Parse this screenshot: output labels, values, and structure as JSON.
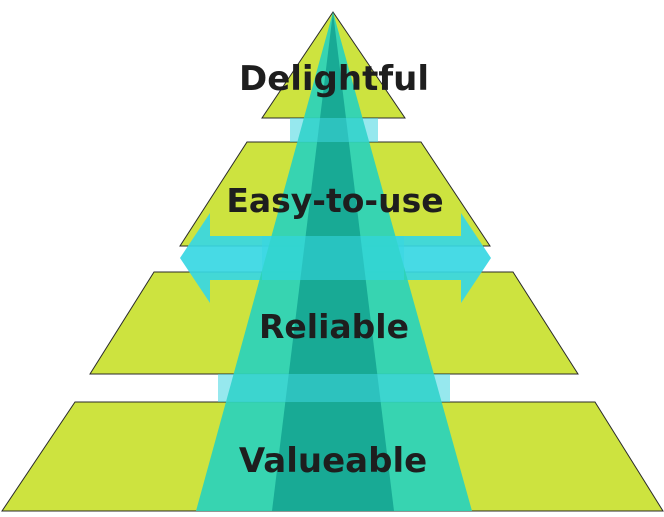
{
  "pyramid": {
    "levels": [
      {
        "label": "Delightful"
      },
      {
        "label": "Easy-to-use"
      },
      {
        "label": "Reliable"
      },
      {
        "label": "Valueable"
      }
    ]
  },
  "colors": {
    "level_fill": "#cde33f",
    "level_stroke": "#2a2a2a",
    "beam_outer": "#2ed3b7",
    "beam_inner": "#16a894",
    "arrow": "#37d7e3",
    "text": "#1e1e1e",
    "background": "#ffffff"
  }
}
